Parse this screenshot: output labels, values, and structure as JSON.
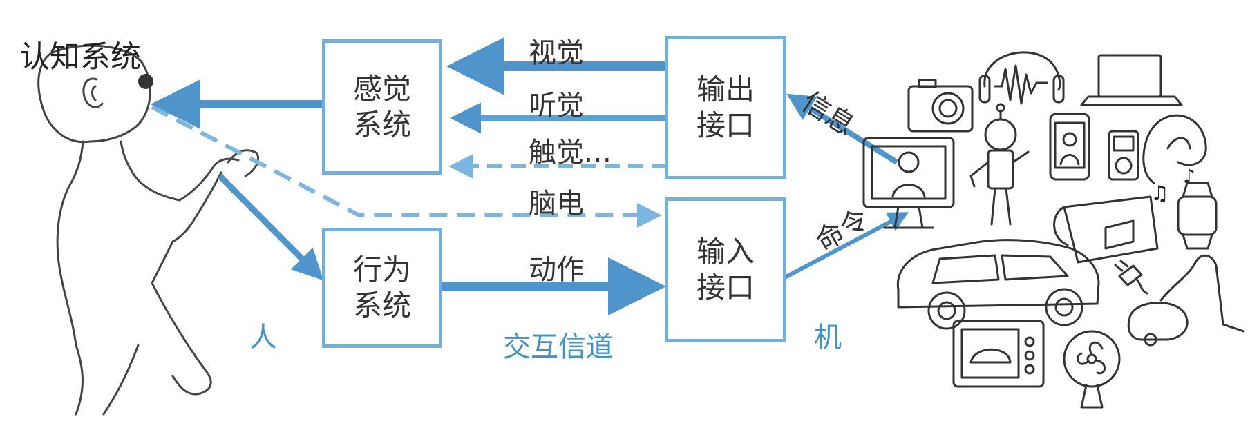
{
  "colors": {
    "arrow": "#4f95cc",
    "arrow_light": "#7cb6e0",
    "box_border": "#6fb1dc",
    "accent_text": "#3f93c7",
    "ink": "#333333"
  },
  "labels": {
    "cognitive_system": "认知系统",
    "human": "人",
    "machine": "机",
    "channel": "交互信道"
  },
  "boxes": {
    "sensory": "感觉\n系统",
    "behavior": "行为\n系统",
    "output": "输出\n接口",
    "input": "输入\n接口"
  },
  "arrows": {
    "vision": "视觉",
    "hearing": "听觉",
    "touch": "触觉…",
    "eeg": "脑电",
    "action": "动作",
    "info": "信息",
    "command": "命令"
  },
  "icons": [
    "person-icon",
    "camera-icon",
    "headphones-icon",
    "laptop-icon",
    "robot-icon",
    "phone-icon",
    "monitor-icon",
    "music-player-icon",
    "earphones-icon",
    "vr-headset-icon",
    "smartwatch-icon",
    "car-icon",
    "plug-icon",
    "vacuum-cleaner-icon",
    "microwave-icon",
    "fan-icon"
  ]
}
